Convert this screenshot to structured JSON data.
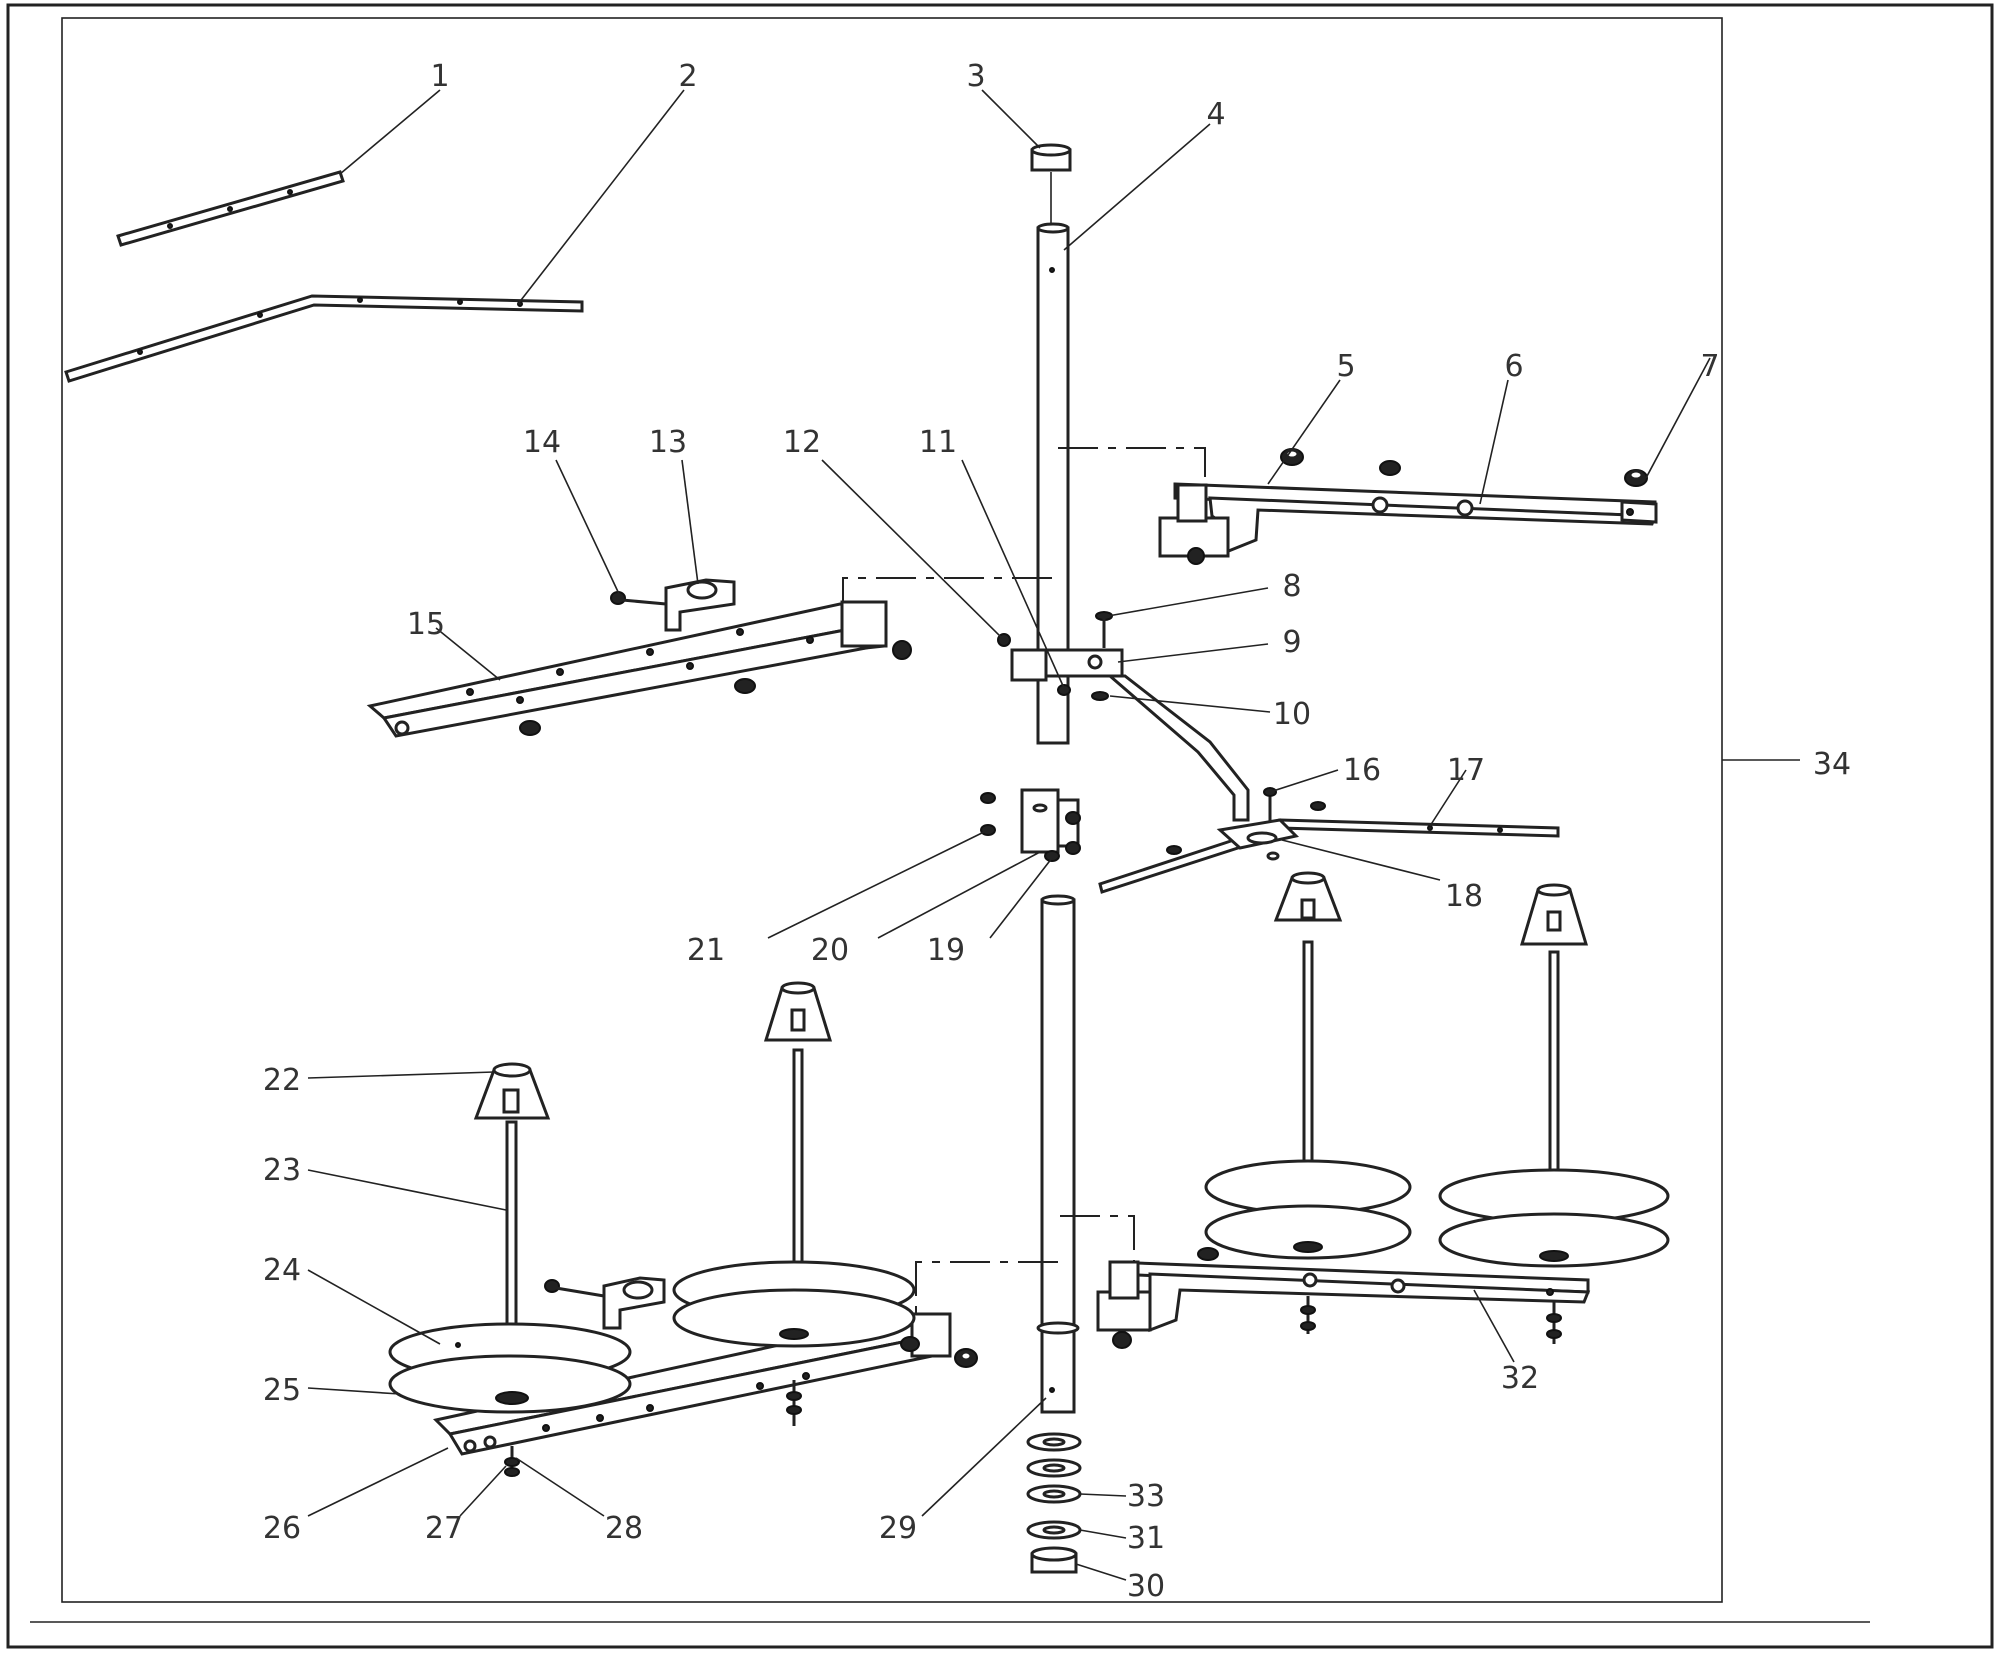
{
  "labels": [
    "1",
    "2",
    "3",
    "4",
    "5",
    "6",
    "7",
    "8",
    "9",
    "10",
    "11",
    "12",
    "13",
    "14",
    "15",
    "16",
    "17",
    "18",
    "19",
    "20",
    "21",
    "22",
    "23",
    "24",
    "25",
    "26",
    "27",
    "28",
    "29",
    "30",
    "31",
    "32",
    "33",
    "34"
  ],
  "colors": {
    "ink": "#222222",
    "label": "#333333",
    "background": "#ffffff"
  }
}
